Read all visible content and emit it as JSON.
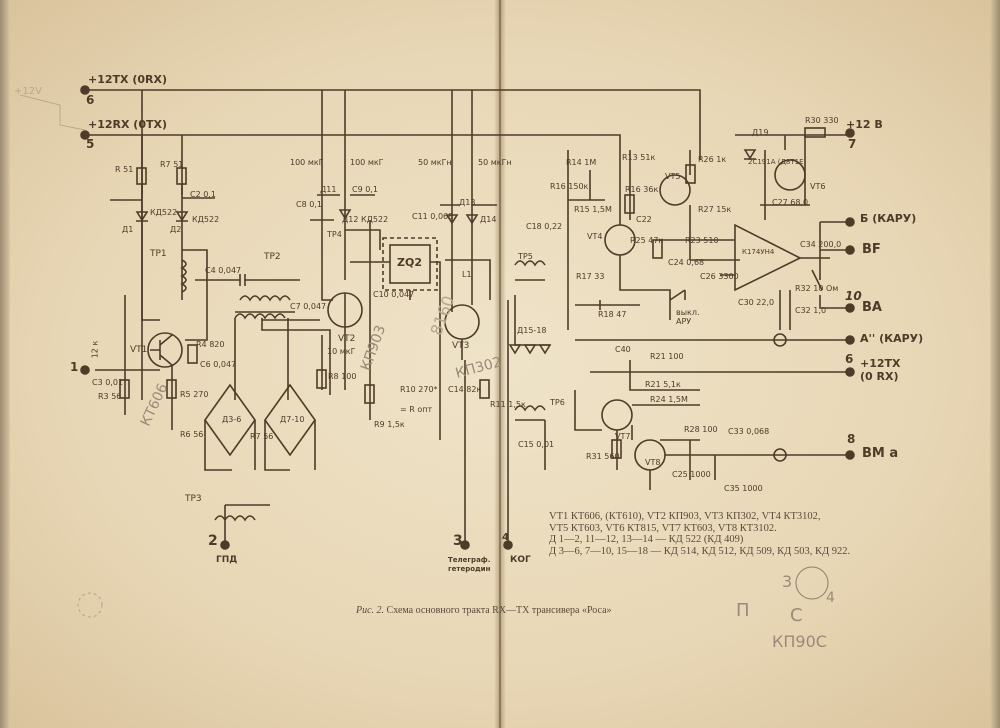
{
  "document": {
    "caption_prefix": "Рис. 2.",
    "caption_text": "Схема основного тракта RX—TX трансивера «Роса»",
    "parts_list": [
      "VT1 КТ606, (КТ610), VT2 КП903, VT3 КП302, VT4 КТ3102,",
      "VT5 КТ603, VT6 КТ815, VT7 КТ603, VT8 КТ3102.",
      "Д 1—2, 11—12, 13—14 — КД 522 (КД 409)",
      "Д 3—6, 7—10, 15—18 — КД 514, КД 512, КД 509, КД 503, КД 922."
    ]
  },
  "terminals": {
    "t6_left": {
      "num": "6",
      "label": "+12TX (0RX)"
    },
    "t5_left": {
      "num": "5",
      "label": "+12RX (0TX)"
    },
    "t1_left": {
      "num": "1",
      "label": "12 к"
    },
    "t2": {
      "num": "2",
      "label": "ГПД"
    },
    "t3": {
      "num": "3",
      "label": "Телеграф. гетеродин"
    },
    "t4": {
      "num": "4",
      "label": "КОГ"
    },
    "t7": {
      "num": "7",
      "label": "+12 В"
    },
    "tB": {
      "label": "Б (КАРУ)"
    },
    "tBF": {
      "label": "BF"
    },
    "t10": {
      "num": "10",
      "label": "BA"
    },
    "tA": {
      "label": "А'' (КАРУ)"
    },
    "t6_right": {
      "num": "6",
      "label": "+12TX",
      "sub": "(0 RX)"
    },
    "t8": {
      "num": "8",
      "label": "ВМ а"
    }
  },
  "components": {
    "transistors": [
      "VT1",
      "VT2",
      "VT3",
      "VT4",
      "VT5",
      "VT6",
      "VT7",
      "VT8"
    ],
    "transformers": [
      "ТР1",
      "ТР2",
      "ТР3",
      "ТР4",
      "ТР5",
      "ТР6"
    ],
    "filter": "ZQ2",
    "opamp": "К174УН4",
    "switch_label": "выкл. АРУ",
    "diodes": [
      "Д1",
      "Д2",
      "Д11",
      "Д12 КД522",
      "Д13",
      "Д14",
      "Д3-6",
      "Д7-10",
      "Д15-18",
      "Д19",
      "2С191А (Д8Т1Е)"
    ],
    "values": {
      "r6": "R 51",
      "r7": "R7 51",
      "c2": "C2 0,1",
      "kd522a": "КД522",
      "kd522b": "КД522",
      "c4": "C4 0,047",
      "c3": "C3 0,01",
      "r3": "R3 56",
      "r5": "R5 270",
      "r4": "R4 820",
      "c6": "C6 0,047",
      "r6b": "R6 56",
      "r7b": "R7 56",
      "c7": "C7 0,047",
      "l_vt2": "10 мкГ",
      "r8": "R8 100",
      "c10": "C10 0,047",
      "l100a": "100 мкГ",
      "l100b": "100 мкГ",
      "c8": "C8 0,1",
      "c9": "C9 0,1",
      "r9": "R9 1,5к",
      "l50a": "50 мкГн",
      "l50b": "50 мкГн",
      "c11": "C11 0,068",
      "r10": "R10 270*",
      "rsel": "= R опт",
      "c14": "C14 82к",
      "r11": "R11 1,5к",
      "c15": "C15 0,01",
      "l1": "L1",
      "r14": "R14 1М",
      "r15": "R15 1,5М",
      "c18": "C18 0,22",
      "r16": "R16 150к",
      "r13": "R13 51к",
      "r16b": "R16 36к",
      "c22": "C22",
      "r17": "R17 33",
      "r18": "R18 47",
      "r25": "R25 47к",
      "r26": "R26 1к",
      "r27": "R27 15к",
      "r23": "R23 510",
      "c24": "C24 0,68",
      "c26": "C26 3300",
      "c27": "C27 68,0",
      "r30": "R30 330",
      "c34": "C34 200,0",
      "r32": "R32 10 Ом",
      "c32": "C32 1,0",
      "c30": "C30 22,0",
      "r21a": "R21 100",
      "r21b": "R21 5,1к",
      "r24": "R24 1,5М",
      "r28": "R28 100",
      "c33": "C33 0,068",
      "c25": "C25 1000",
      "c35": "C35 1000",
      "r31": "R31 560",
      "c40": "C40"
    }
  },
  "annotations": {
    "pencil_1": "КТ606",
    "pencil_2": "КП903",
    "pencil_3": "КП302",
    "pencil_4": "8160",
    "pencil_5": "3",
    "pencil_6": "4",
    "pencil_7": "П",
    "pencil_8": "С",
    "pencil_9": "КП90С",
    "pencil_10": "+12V"
  },
  "colors": {
    "ink": "#4e3b28",
    "paper": "#ebdcbf",
    "pencil": "#9a8a7a"
  }
}
